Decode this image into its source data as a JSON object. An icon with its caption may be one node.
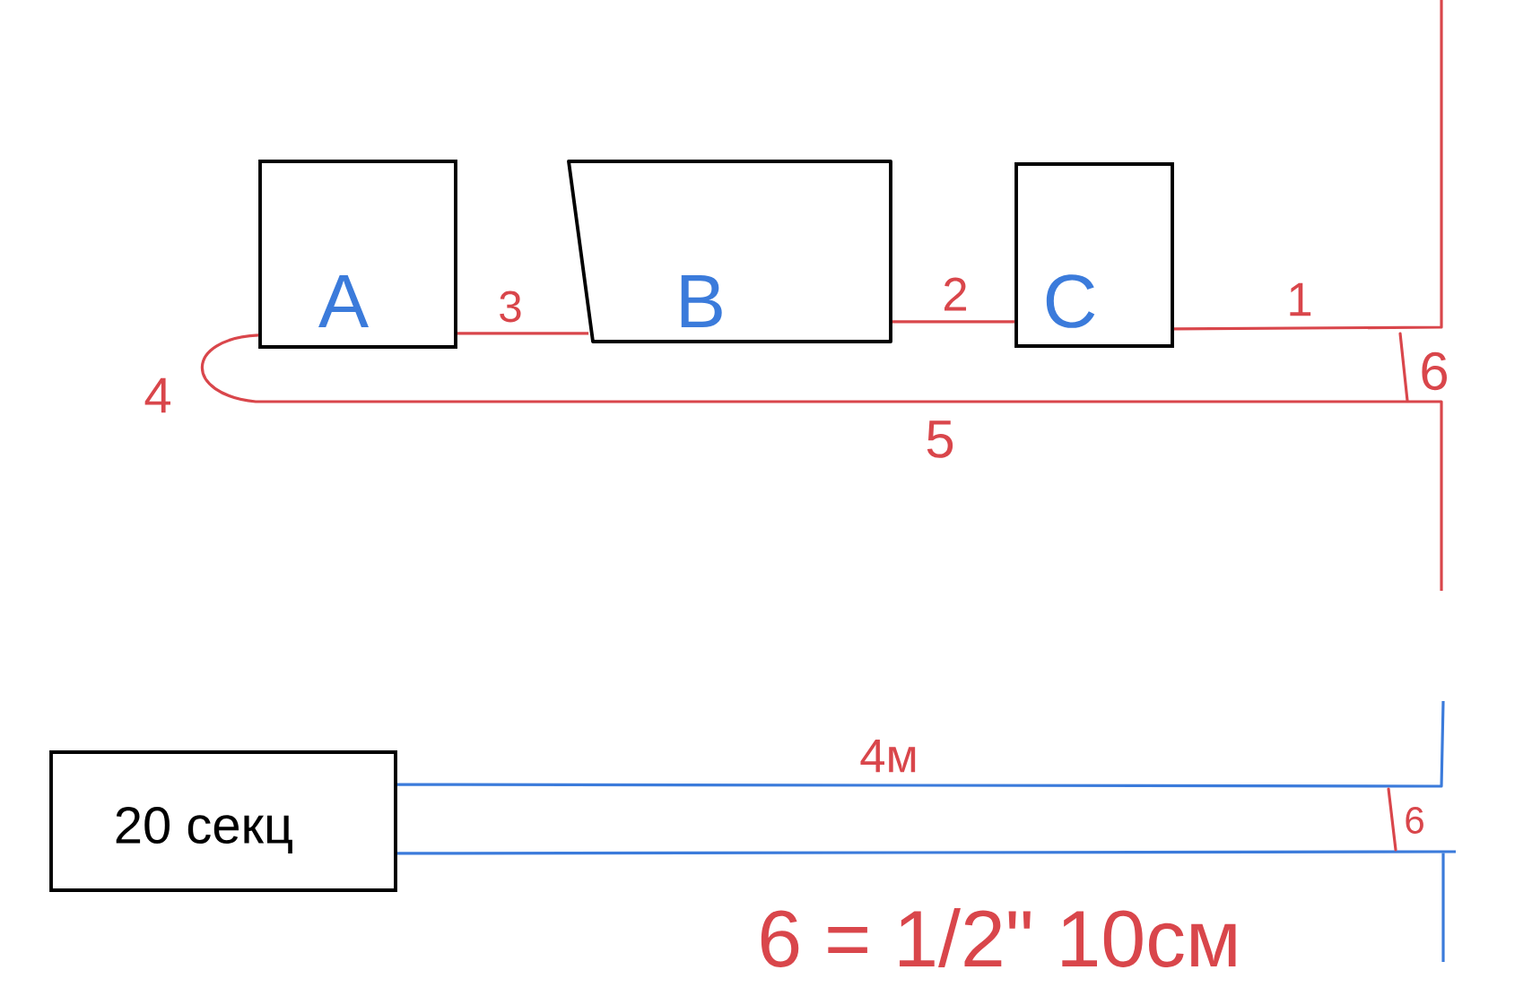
{
  "diagram": {
    "nodes": [
      {
        "text": [
          "A"
        ]
      },
      {
        "text": [
          "B"
        ]
      },
      {
        "text": [
          "C"
        ]
      },
      {
        "text": [
          "20 секц"
        ]
      }
    ],
    "edges": [
      {
        "from": 0,
        "to": 1,
        "arrow": "none",
        "label": "3"
      },
      {
        "from": 1,
        "to": 2,
        "arrow": "none",
        "label": "2"
      },
      {
        "from": 2,
        "to": null,
        "arrow": "none",
        "label": "1"
      },
      {
        "from": 0,
        "to": null,
        "arrow": "none",
        "label": "5"
      },
      {
        "from": 3,
        "to": null,
        "arrow": "none",
        "label": "4м",
        "color": "#3b7bdb"
      },
      {
        "from": 3,
        "to": null,
        "arrow": "none",
        "color": "#3b7bdb"
      }
    ],
    "labels": [
      "4",
      "6",
      "6",
      "6 = 1/2\" 10см"
    ]
  }
}
